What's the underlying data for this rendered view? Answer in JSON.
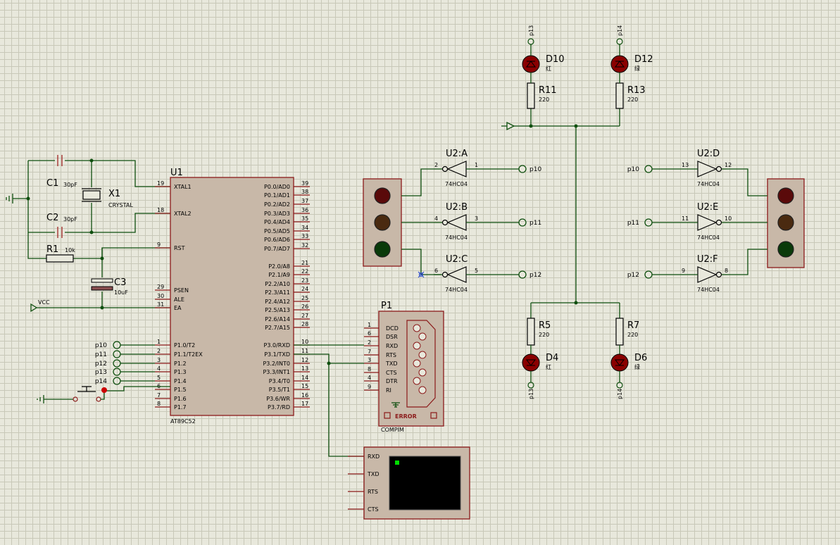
{
  "mcu": {
    "ref": "U1",
    "part": "AT89C52",
    "left_pins": [
      {
        "num": "19",
        "name": "XTAL1"
      },
      {
        "num": "18",
        "name": "XTAL2"
      },
      {
        "num": "9",
        "name": "RST"
      },
      {
        "num": "29",
        "name": "PSEN"
      },
      {
        "num": "30",
        "name": "ALE"
      },
      {
        "num": "31",
        "name": "EA"
      },
      {
        "num": "1",
        "name": "P1.0/T2"
      },
      {
        "num": "2",
        "name": "P1.1/T2EX"
      },
      {
        "num": "3",
        "name": "P1.2"
      },
      {
        "num": "4",
        "name": "P1.3"
      },
      {
        "num": "5",
        "name": "P1.4"
      },
      {
        "num": "6",
        "name": "P1.5"
      },
      {
        "num": "7",
        "name": "P1.6"
      },
      {
        "num": "8",
        "name": "P1.7"
      }
    ],
    "right_pins": [
      {
        "num": "39",
        "name": "P0.0/AD0"
      },
      {
        "num": "38",
        "name": "P0.1/AD1"
      },
      {
        "num": "37",
        "name": "P0.2/AD2"
      },
      {
        "num": "36",
        "name": "P0.3/AD3"
      },
      {
        "num": "35",
        "name": "P0.4/AD4"
      },
      {
        "num": "34",
        "name": "P0.5/AD5"
      },
      {
        "num": "33",
        "name": "P0.6/AD6"
      },
      {
        "num": "32",
        "name": "P0.7/AD7"
      },
      {
        "num": "21",
        "name": "P2.0/A8"
      },
      {
        "num": "22",
        "name": "P2.1/A9"
      },
      {
        "num": "23",
        "name": "P2.2/A10"
      },
      {
        "num": "24",
        "name": "P2.3/A11"
      },
      {
        "num": "25",
        "name": "P2.4/A12"
      },
      {
        "num": "26",
        "name": "P2.5/A13"
      },
      {
        "num": "27",
        "name": "P2.6/A14"
      },
      {
        "num": "28",
        "name": "P2.7/A15"
      },
      {
        "num": "10",
        "name": "P3.0/RXD"
      },
      {
        "num": "11",
        "name": "P3.1/TXD"
      },
      {
        "num": "12",
        "name": "P3.2/INT0"
      },
      {
        "num": "13",
        "name": "P3.3/INT1"
      },
      {
        "num": "14",
        "name": "P3.4/T0"
      },
      {
        "num": "15",
        "name": "P3.5/T1"
      },
      {
        "num": "16",
        "name": "P3.6/WR"
      },
      {
        "num": "17",
        "name": "P3.7/RD"
      }
    ]
  },
  "passives": {
    "c1": {
      "ref": "C1",
      "value": "30pF"
    },
    "c2": {
      "ref": "C2",
      "value": "30pF"
    },
    "x1": {
      "ref": "X1",
      "value": "CRYSTAL"
    },
    "r1": {
      "ref": "R1",
      "value": "10k"
    },
    "c3": {
      "ref": "C3",
      "value": "10uF"
    },
    "vcc": "VCC"
  },
  "terminals": {
    "p1x": [
      "p10",
      "p11",
      "p12",
      "p13",
      "p14"
    ]
  },
  "gates": [
    {
      "ref": "U2:A",
      "part": "74HC04",
      "in": "1",
      "out": "2",
      "net": "p10"
    },
    {
      "ref": "U2:B",
      "part": "74HC04",
      "in": "3",
      "out": "4",
      "net": "p11"
    },
    {
      "ref": "U2:C",
      "part": "74HC04",
      "in": "5",
      "out": "6",
      "net": "p12"
    },
    {
      "ref": "U2:D",
      "part": "74HC04",
      "in": "13",
      "out": "12",
      "net": "p10"
    },
    {
      "ref": "U2:E",
      "part": "74HC04",
      "in": "11",
      "out": "10",
      "net": "p11"
    },
    {
      "ref": "U2:F",
      "part": "74HC04",
      "in": "9",
      "out": "8",
      "net": "p12"
    }
  ],
  "leds": [
    {
      "ref": "D10",
      "value": "红",
      "net": "p13"
    },
    {
      "ref": "D12",
      "value": "绿",
      "net": "p14"
    },
    {
      "ref": "D4",
      "value": "红",
      "net": "p13"
    },
    {
      "ref": "D6",
      "value": "绿",
      "net": "p14"
    }
  ],
  "resistors": [
    {
      "ref": "R11",
      "value": "220"
    },
    {
      "ref": "R13",
      "value": "220"
    },
    {
      "ref": "R5",
      "value": "220"
    },
    {
      "ref": "R7",
      "value": "220"
    }
  ],
  "comport": {
    "ref": "P1",
    "part": "COMPIM",
    "pins": [
      {
        "num": "1",
        "name": "DCD"
      },
      {
        "num": "6",
        "name": "DSR"
      },
      {
        "num": "2",
        "name": "RXD"
      },
      {
        "num": "7",
        "name": "RTS"
      },
      {
        "num": "3",
        "name": "TXD"
      },
      {
        "num": "8",
        "name": "CTS"
      },
      {
        "num": "4",
        "name": "DTR"
      },
      {
        "num": "9",
        "name": "RI"
      }
    ],
    "error": "ERROR"
  },
  "terminal_device": {
    "pins": [
      "RXD",
      "TXD",
      "RTS",
      "CTS"
    ]
  },
  "colors": {
    "wire": "#0f4f0f",
    "body": "#c8b8a8",
    "outline": "#8b1a1a",
    "led": "#8a0000",
    "light_red": "#5a0a0a",
    "light_amber": "#4a2a10",
    "light_green": "#0a3a0a"
  }
}
